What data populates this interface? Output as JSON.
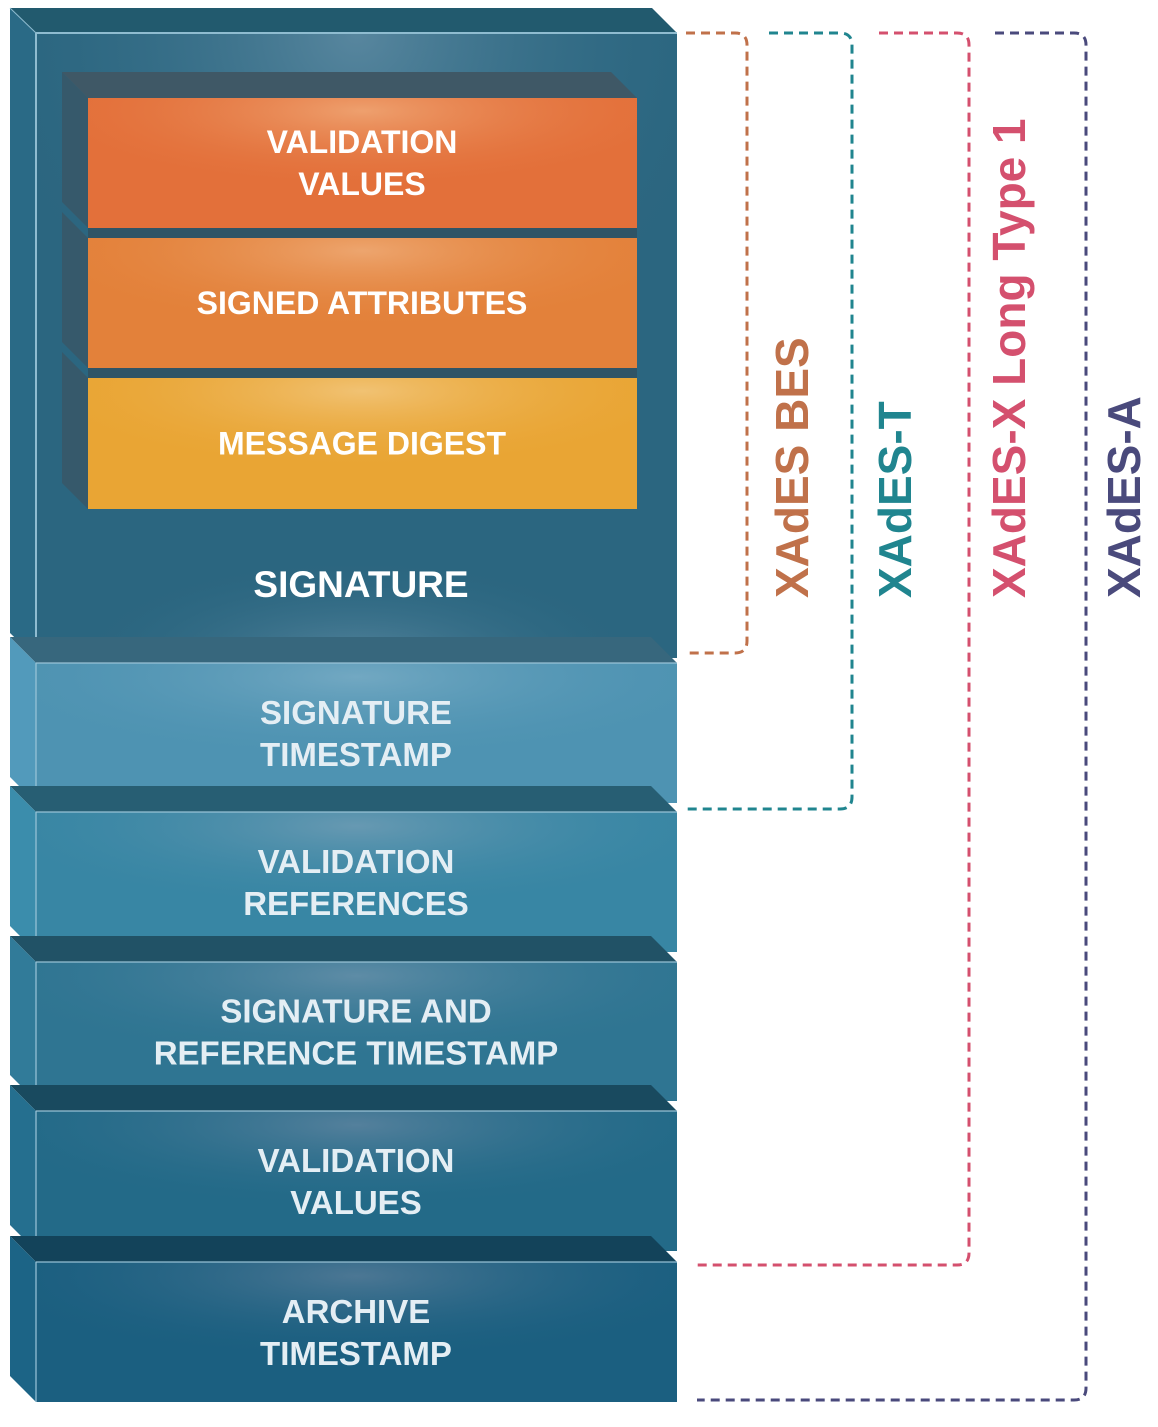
{
  "signature": {
    "label": "SIGNATURE",
    "inner_blocks": [
      {
        "lines": [
          "VALIDATION",
          "VALUES"
        ],
        "color": "#e3703a",
        "highlight": "#eea06e"
      },
      {
        "lines": [
          "SIGNED ATTRIBUTES"
        ],
        "color": "#e3813a",
        "highlight": "#eda56e"
      },
      {
        "lines": [
          "MESSAGE DIGEST"
        ],
        "color": "#e9a534",
        "highlight": "#f1c273"
      }
    ],
    "color": "#2b6680",
    "highlight": "#5d8aa2"
  },
  "layers": [
    {
      "lines": [
        "SIGNATURE",
        "TIMESTAMP"
      ],
      "color": "#4e93b2",
      "highlight": "#72a8c2"
    },
    {
      "lines": [
        "VALIDATION",
        "REFERENCES"
      ],
      "color": "#3886a4",
      "highlight": "#6799b2"
    },
    {
      "lines": [
        "SIGNATURE AND",
        "REFERENCE TIMESTAMP"
      ],
      "color": "#2f7592",
      "highlight": "#5e8ca6"
    },
    {
      "lines": [
        "VALIDATION",
        "VALUES"
      ],
      "color": "#236a88",
      "highlight": "#54809c"
    },
    {
      "lines": [
        "ARCHIVE",
        "TIMESTAMP"
      ],
      "color": "#1b5f80",
      "highlight": "#4c7794"
    }
  ],
  "levels": [
    {
      "label": "XAdES BES",
      "color": "#c0714a"
    },
    {
      "label": "XAdES-T",
      "color": "#20858f"
    },
    {
      "label": "XAdES-X Long Type 1",
      "color": "#d4506e"
    },
    {
      "label": "XAdES-A",
      "color": "#4a4a7c"
    }
  ]
}
